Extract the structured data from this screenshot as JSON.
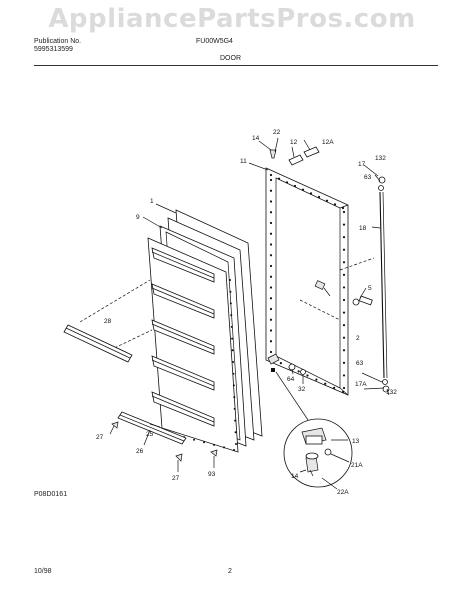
{
  "watermark": "AppliancePartsPros.com",
  "header": {
    "publication_label": "Publication No.",
    "publication_number": "5995313599",
    "model": "FU00W5G4",
    "section": "DOOR"
  },
  "diagram": {
    "callouts": [
      "1",
      "9",
      "14",
      "22",
      "12",
      "12A",
      "11",
      "17",
      "132",
      "63",
      "18",
      "5",
      "28",
      "2",
      "63",
      "64",
      "32",
      "17A",
      "132",
      "13",
      "27",
      "25",
      "26",
      "93",
      "27",
      "21A",
      "14",
      "22A"
    ]
  },
  "footer": {
    "figure_code": "P08D0161",
    "date": "10/98",
    "page_number": "2"
  }
}
